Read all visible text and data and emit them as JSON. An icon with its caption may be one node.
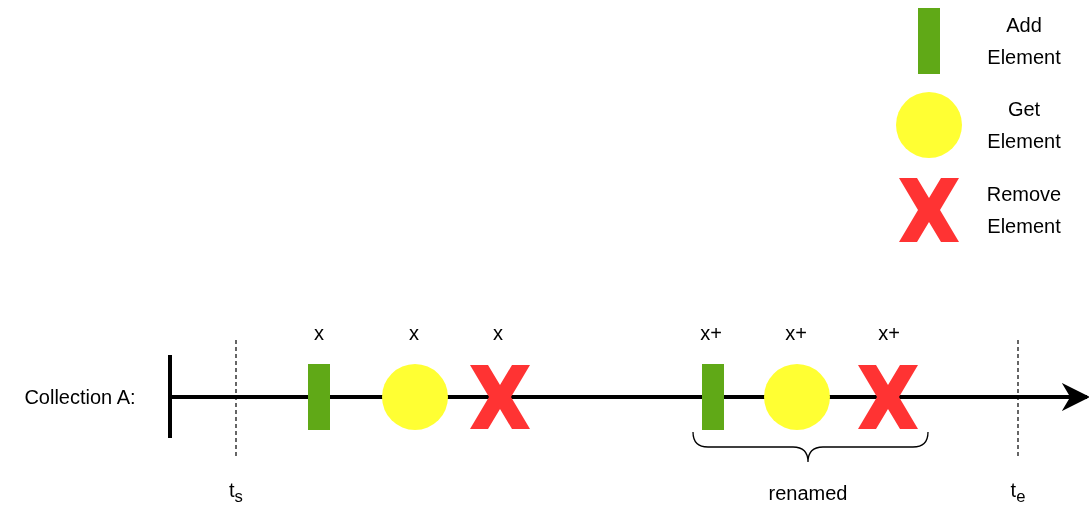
{
  "diagram": {
    "labels": [
      "x",
      "x",
      "x",
      "x+",
      "x+",
      "x+",
      "Collection A:",
      "t$_{s}$",
      "renamed",
      "t$_{e}$"
    ],
    "legend": [
      {
        "text": "Add Element",
        "color": "#60a917"
      },
      {
        "text": "Get Element",
        "color": "#ffff33"
      },
      {
        "text": "Remove Element",
        "color": "#ff3333"
      }
    ]
  }
}
